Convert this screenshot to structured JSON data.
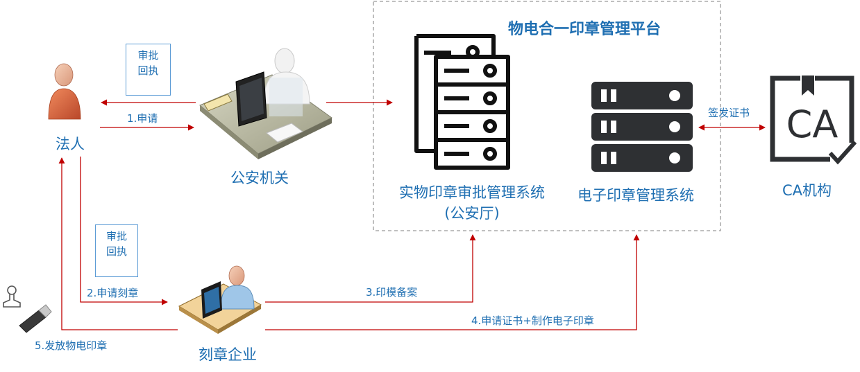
{
  "platform": {
    "title": "物电合一印章管理平台"
  },
  "nodes": {
    "legal_person": "法人",
    "police": "公安机关",
    "physical_system": {
      "line1": "实物印章审批管理系统",
      "line2": "(公安厅)"
    },
    "electronic_system": "电子印章管理系统",
    "ca": "CA机构",
    "ca_logo": "CA",
    "engraver": "刻章企业"
  },
  "receipts": {
    "top": {
      "line1": "审批",
      "line2": "回执"
    },
    "bottom": {
      "line1": "审批",
      "line2": "回执"
    }
  },
  "flows": {
    "apply": "1.申请",
    "apply_engrave": "2.申请刻章",
    "seal_record": "3.印模备案",
    "cert_make": "4.申请证书+制作电子印章",
    "issue_seal": "5.发放物电印章",
    "issue_cert": "签发证书"
  },
  "colors": {
    "arrow": "#c00000",
    "text": "#1f6fb2",
    "note_border": "#5b9bd5",
    "server": "#111111",
    "server_dark": "#2e3033"
  }
}
